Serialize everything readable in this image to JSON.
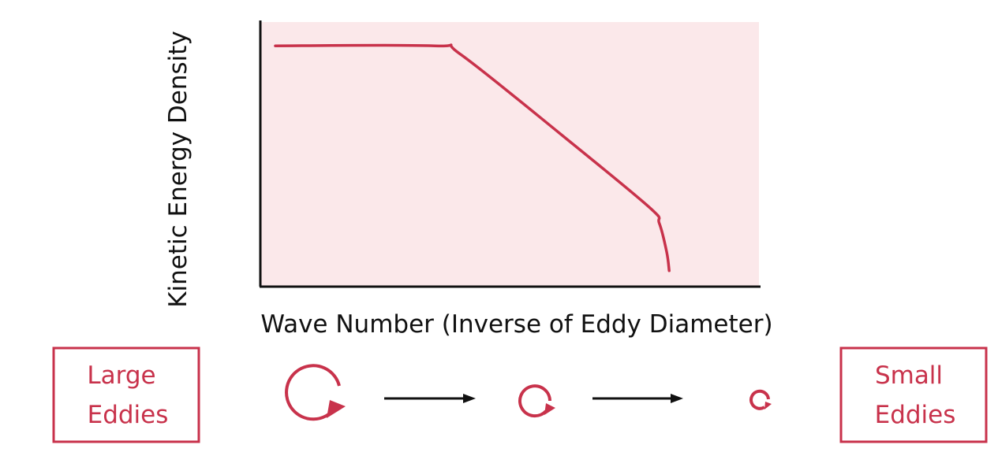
{
  "colors": {
    "accent": "#c8324b",
    "plot_background": "#fbe8ea",
    "axis": "#111111",
    "arrow": "#111111"
  },
  "chart": {
    "ylabel": "Kinetic Energy Density",
    "xlabel": "Wave Number (Inverse of Eddy Diameter)"
  },
  "chart_data": {
    "type": "line",
    "title": "",
    "xlabel": "Wave Number (Inverse of Eddy Diameter)",
    "ylabel": "Kinetic Energy Density",
    "grid": false,
    "legend": "none",
    "xlim": [
      0,
      1
    ],
    "ylim": [
      0,
      1
    ],
    "series": [
      {
        "x": [
          0.03,
          0.35,
          0.4,
          0.6,
          0.78,
          0.8,
          0.815,
          0.82
        ],
        "y": [
          0.91,
          0.91,
          0.88,
          0.58,
          0.3,
          0.24,
          0.13,
          0.06
        ]
      }
    ]
  },
  "eddies": {
    "left_box": {
      "lines": [
        "Large",
        "Eddies"
      ]
    },
    "right_box": {
      "lines": [
        "Small",
        "Eddies"
      ]
    },
    "icons": [
      "rotation-arrow-icon",
      "rotation-arrow-icon",
      "rotation-arrow-icon"
    ],
    "arrows": [
      "arrow-right-icon",
      "arrow-right-icon"
    ]
  }
}
